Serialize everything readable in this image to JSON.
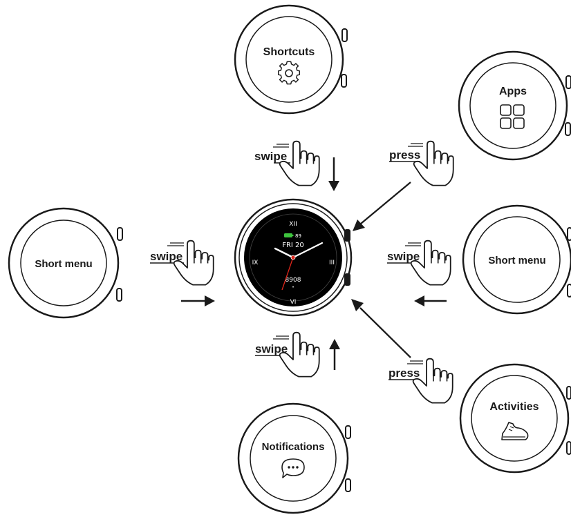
{
  "watches": {
    "top": {
      "label": "Shortcuts",
      "icon": "gear-icon"
    },
    "top_right": {
      "label": "Apps",
      "icon": "apps-grid-icon"
    },
    "left": {
      "label": "Short menu"
    },
    "right": {
      "label": "Short menu"
    },
    "bottom_right": {
      "label": "Activities",
      "icon": "shoe-icon"
    },
    "bottom": {
      "label": "Notifications",
      "icon": "chat-bubble-icon"
    }
  },
  "gestures": {
    "top": "swipe",
    "top_right": "press",
    "left": "swipe",
    "right": "swipe",
    "bottom": "swipe",
    "bottom_right": "press"
  },
  "watchface": {
    "battery": "89",
    "date": "FRI 20",
    "steps": "8908",
    "numerals": {
      "twelve": "XII",
      "three": "III",
      "six": "VI",
      "nine": "IX"
    }
  },
  "colors": {
    "face": "#000000",
    "outline": "#1a1a1a",
    "second_hand": "#e0261b",
    "battery": "#3ec43e"
  }
}
